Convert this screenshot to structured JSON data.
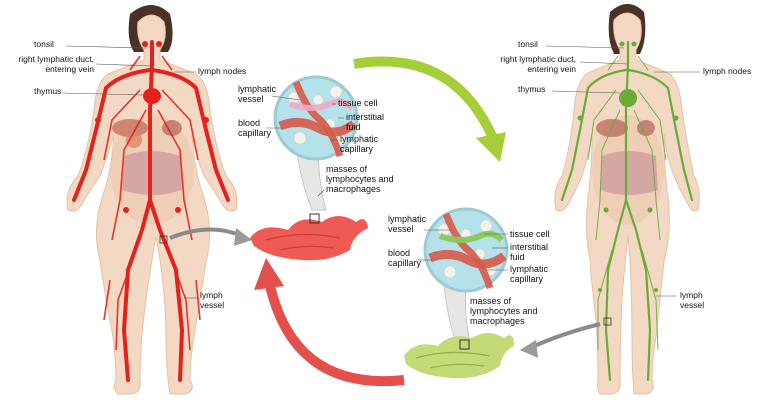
{
  "colors": {
    "skin": "#f3d9c4",
    "skin_shade": "#e9c3a6",
    "hair": "#4a3128",
    "red_vessel": "#e3221c",
    "green_vessel": "#6aab38",
    "arrow_green": "#a5cf38",
    "arrow_red": "#e34f4a",
    "arrow_gray": "#8b8b8b",
    "node_red": "#f05a55",
    "node_green": "#c3db76"
  },
  "left_figure": {
    "labels": {
      "tonsil": "tonsil",
      "right_duct": "right lymphatic duct,\nentering vein",
      "thymus": "thymus",
      "lymph_nodes": "lymph nodes",
      "lymph_vessel": "lymph\nvessel"
    }
  },
  "right_figure": {
    "labels": {
      "tonsil": "tonsil",
      "right_duct": "right lymphatic duct,\nentering vein",
      "thymus": "thymus",
      "lymph_nodes": "lymph nodes",
      "lymph_vessel": "lymph\nvessel"
    }
  },
  "upper_inset": {
    "labels": {
      "lymphatic_vessel": "lymphatic\nvessel",
      "blood_capillary": "blood\ncapillary",
      "tissue_cell": "tissue cell",
      "interstitial_fluid": "interstitial\nfuid",
      "lymphatic_capillary": "lymphatic\ncapillary",
      "masses": "masses of\nlymphocytes and\nmacrophages"
    }
  },
  "lower_inset": {
    "labels": {
      "lymphatic_vessel": "lymphatic\nvessel",
      "blood_capillary": "blood\ncapillary",
      "tissue_cell": "tissue cell",
      "interstitial_fluid": "interstitial\nfuid",
      "lymphatic_capillary": "lymphatic\ncapillary",
      "masses": "masses of\nlymphocytes and\nmacrophages"
    }
  }
}
